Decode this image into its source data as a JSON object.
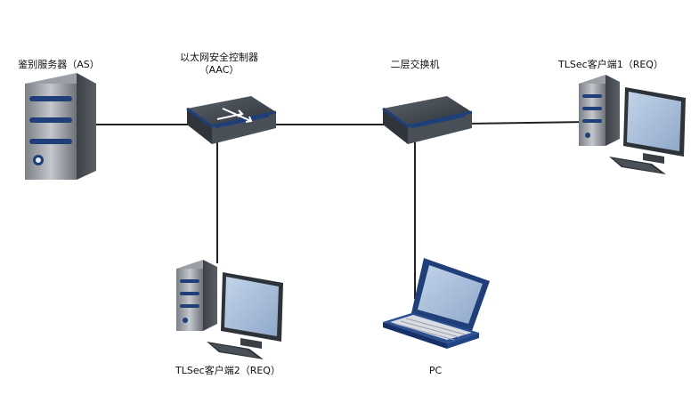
{
  "nodes": {
    "as_server": {
      "label": "鉴别服务器（AS）",
      "icon": "server-icon"
    },
    "aac_controller": {
      "label_line1": "以太网安全控制器",
      "label_line2": "（AAC）",
      "icon": "ethernet-switch-icon"
    },
    "l2_switch": {
      "label": "二层交换机",
      "icon": "ethernet-switch-icon"
    },
    "client1": {
      "label": "TLSec客户端1（REQ）",
      "icon": "desktop-computer-icon"
    },
    "client2": {
      "label": "TLSec客户端2（REQ）",
      "icon": "desktop-computer-icon"
    },
    "pc": {
      "label": "PC",
      "icon": "laptop-icon"
    }
  },
  "links": [
    {
      "from": "as_server",
      "to": "aac_controller"
    },
    {
      "from": "aac_controller",
      "to": "l2_switch"
    },
    {
      "from": "l2_switch",
      "to": "client1"
    },
    {
      "from": "aac_controller",
      "to": "client2"
    },
    {
      "from": "l2_switch",
      "to": "pc"
    }
  ]
}
